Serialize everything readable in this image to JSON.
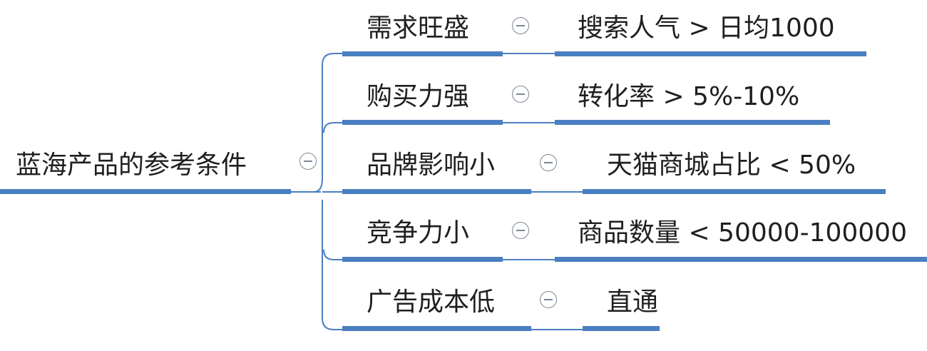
{
  "root": {
    "label": "蓝海产品的参考条件"
  },
  "branches": [
    {
      "label": "需求旺盛",
      "detail": "搜索人气 > 日均1000"
    },
    {
      "label": "购买力强",
      "detail": "转化率 > 5%-10%"
    },
    {
      "label": "品牌影响小",
      "detail": "天猫商城占比 < 50%"
    },
    {
      "label": "竞争力小",
      "detail": "商品数量 < 50000-100000"
    },
    {
      "label": "广告成本低",
      "detail": "直通"
    }
  ],
  "colors": {
    "line": "#4a7fc1",
    "connector": "#4a7fc1",
    "toggle": "#7d8794",
    "text": "#1f1f1f"
  },
  "icons": {
    "toggle": "collapse-circle-minus-icon"
  }
}
